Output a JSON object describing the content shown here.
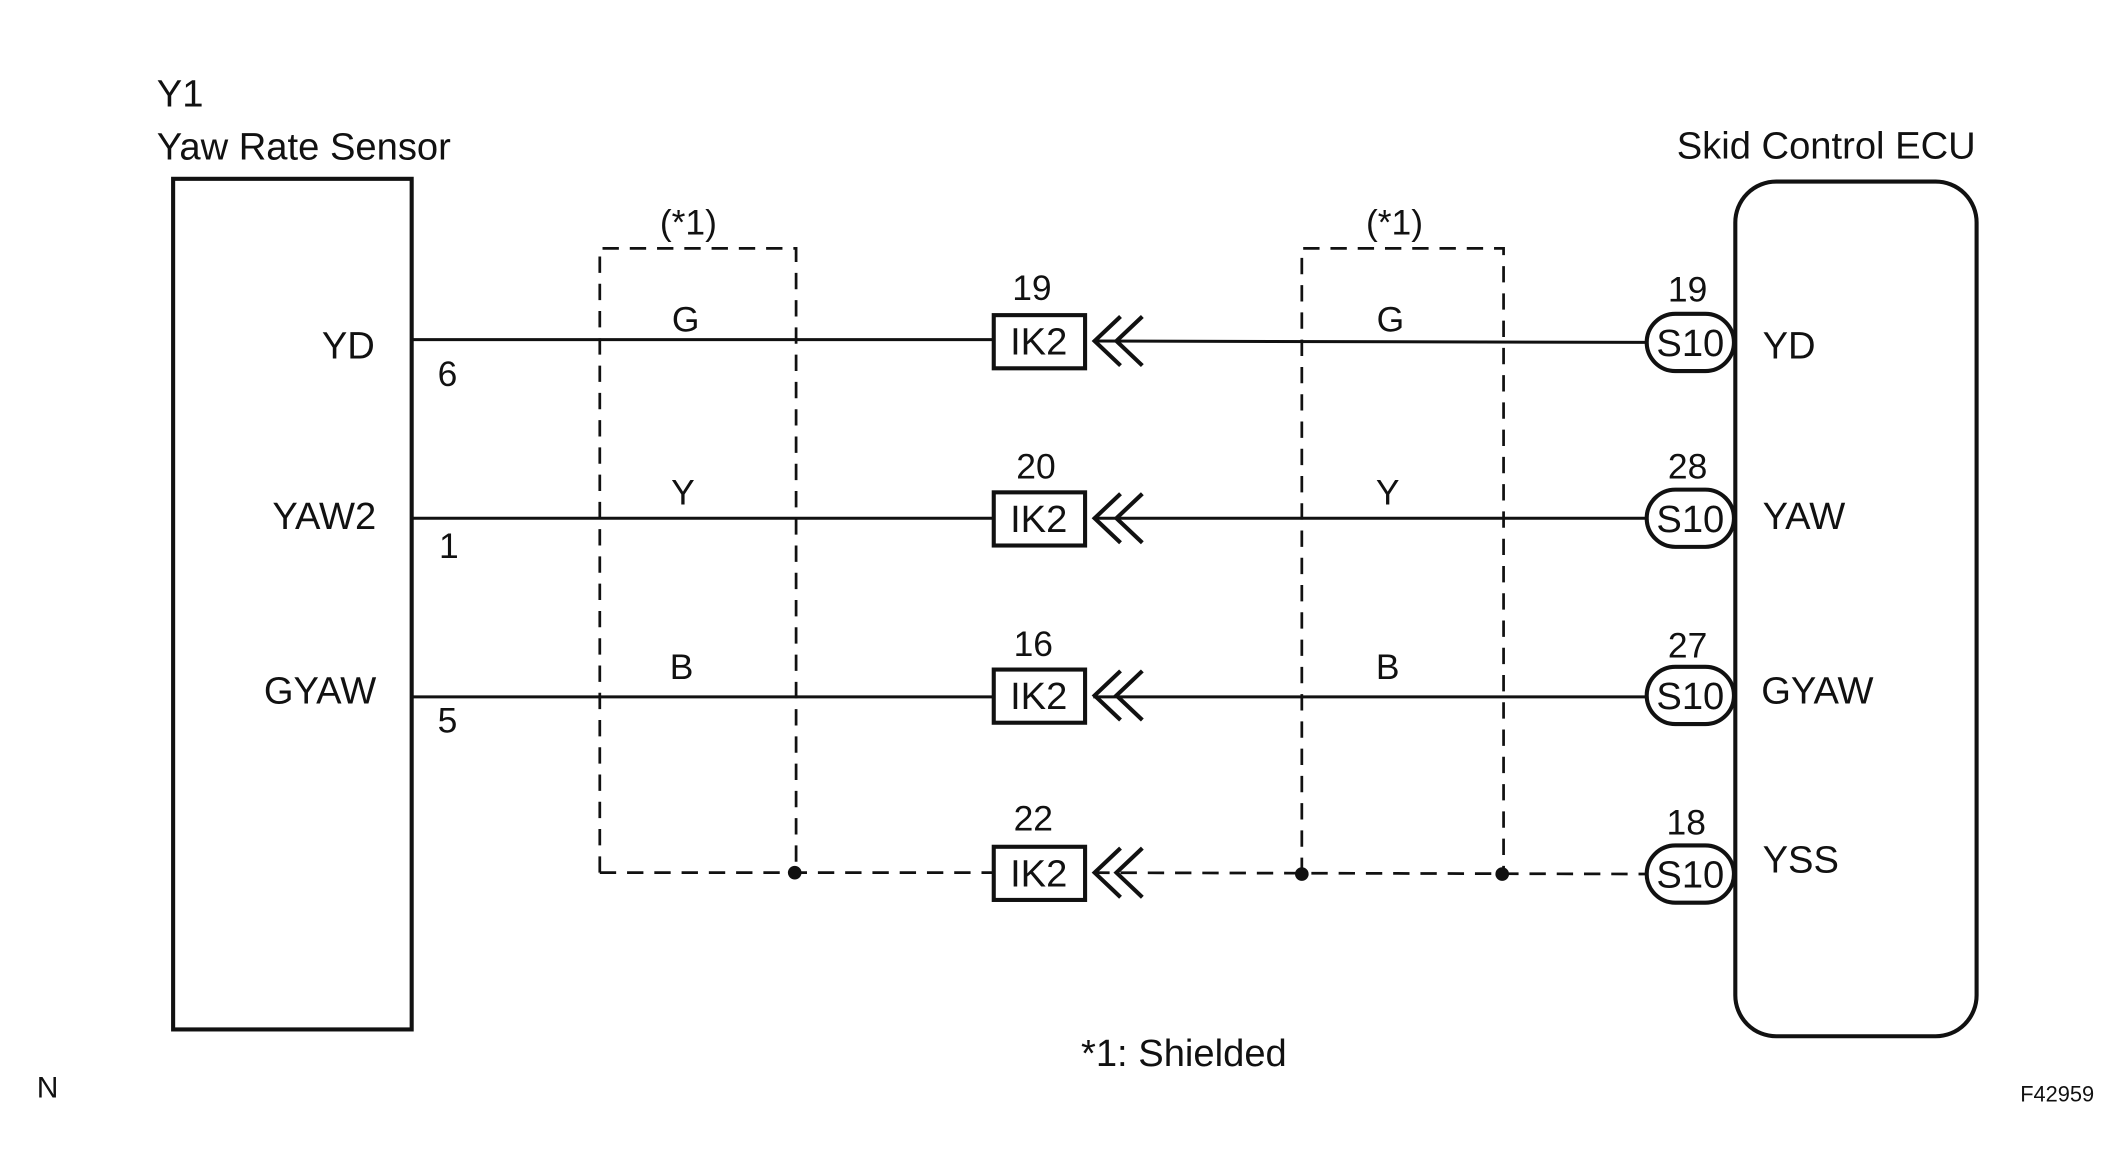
{
  "sensor": {
    "id": "Y1",
    "name": "Yaw Rate Sensor"
  },
  "ecu": {
    "name": "Skid Control ECU"
  },
  "connectors": {
    "inline": "IK2",
    "ecu": "S10"
  },
  "circuits": [
    {
      "sensor_terminal": "YD",
      "sensor_pin": "6",
      "wire_color_left": "G",
      "ik2_pin": "19",
      "wire_color_right": "G",
      "s10_pin": "19",
      "ecu_terminal": "YD"
    },
    {
      "sensor_terminal": "YAW2",
      "sensor_pin": "1",
      "wire_color_left": "Y",
      "ik2_pin": "20",
      "wire_color_right": "Y",
      "s10_pin": "28",
      "ecu_terminal": "YAW"
    },
    {
      "sensor_terminal": "GYAW",
      "sensor_pin": "5",
      "wire_color_left": "B",
      "ik2_pin": "16",
      "wire_color_right": "B",
      "s10_pin": "27",
      "ecu_terminal": "GYAW"
    },
    {
      "ik2_pin": "22",
      "s10_pin": "18",
      "ecu_terminal": "YSS"
    }
  ],
  "shield_label": "(*1)",
  "footnote": "*1: Shielded",
  "corner_mark": "N",
  "figure_code": "F42959"
}
